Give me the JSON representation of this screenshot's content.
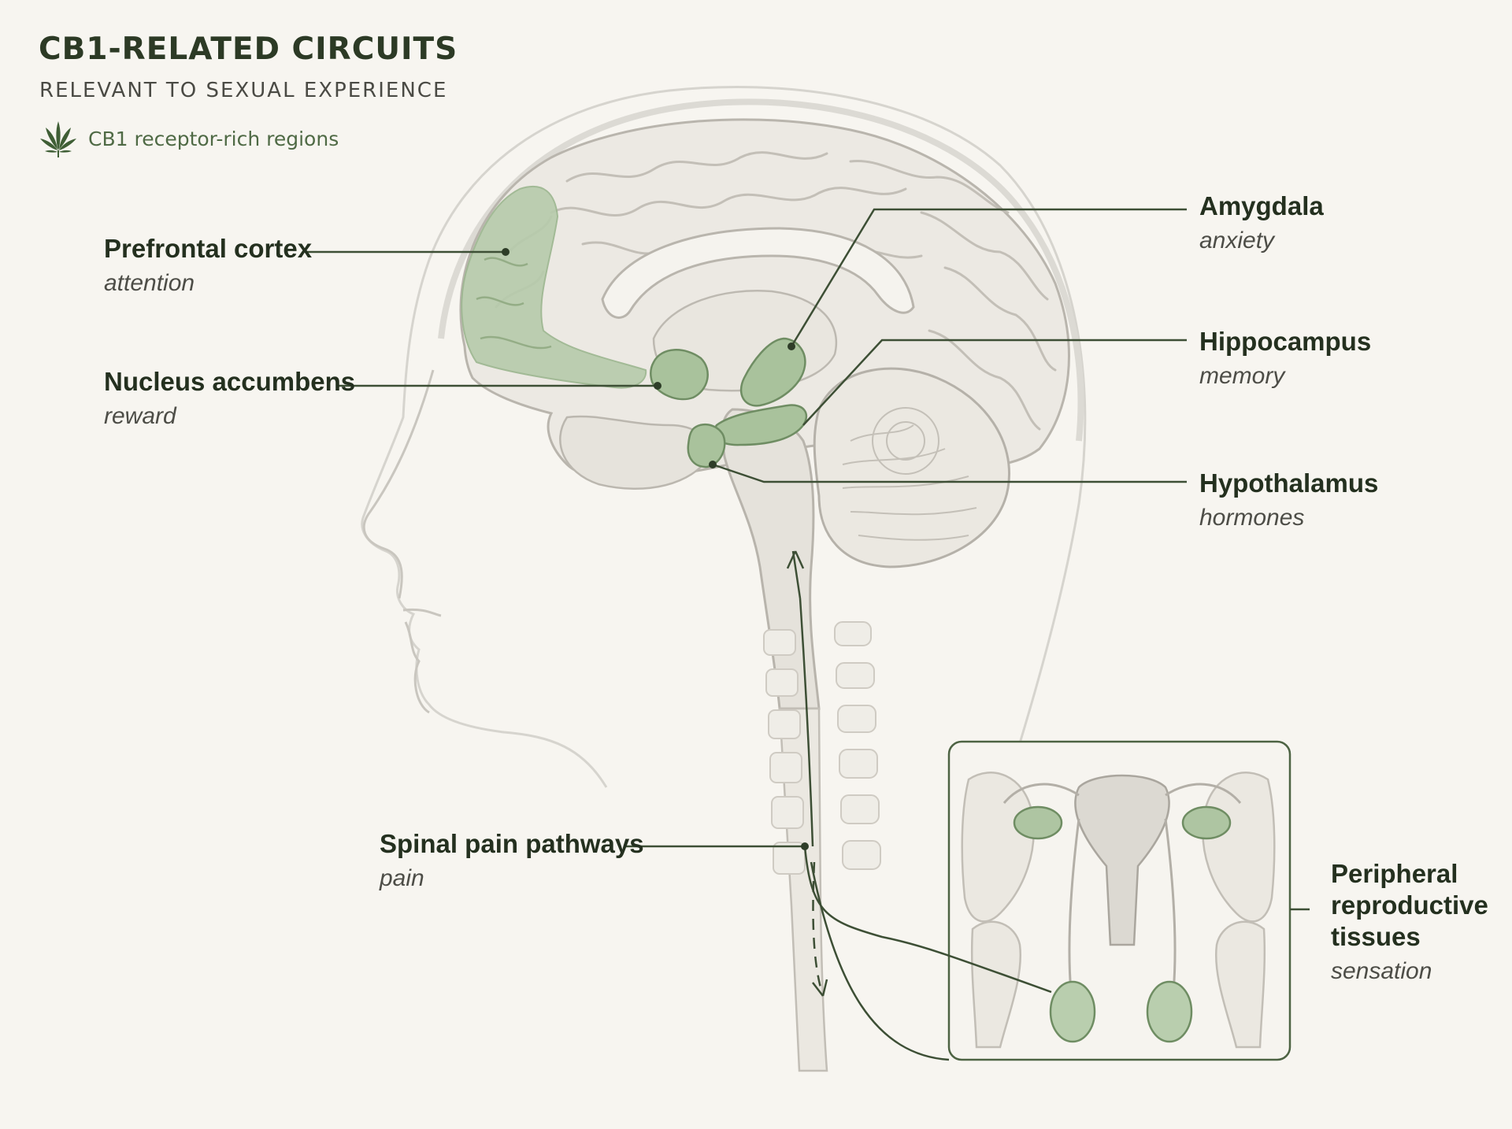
{
  "title": "CB1-RELATED CIRCUITS",
  "subtitle": "RELEVANT TO SEXUAL EXPERIENCE",
  "legend": {
    "icon": "cannabis-leaf-icon",
    "text": "CB1 receptor-rich regions"
  },
  "colors": {
    "accent": "#7e9f74",
    "accent_light": "#b7cbad",
    "line": "#3d4f35",
    "text": "#24301f",
    "background": "#f7f5f0"
  },
  "labels": {
    "prefrontal": {
      "name": "Prefrontal cortex",
      "function": "attention"
    },
    "accumbens": {
      "name": "Nucleus accumbens",
      "function": "reward"
    },
    "amygdala": {
      "name": "Amygdala",
      "function": "anxiety"
    },
    "hippocampus": {
      "name": "Hippocampus",
      "function": "memory"
    },
    "hypothalamus": {
      "name": "Hypothalamus",
      "function": "hormones"
    },
    "spinal": {
      "name": "Spinal pain pathways",
      "function": "pain"
    },
    "peripheral": {
      "name": "Peripheral\nreproductive\ntissues",
      "function": "sensation"
    }
  }
}
